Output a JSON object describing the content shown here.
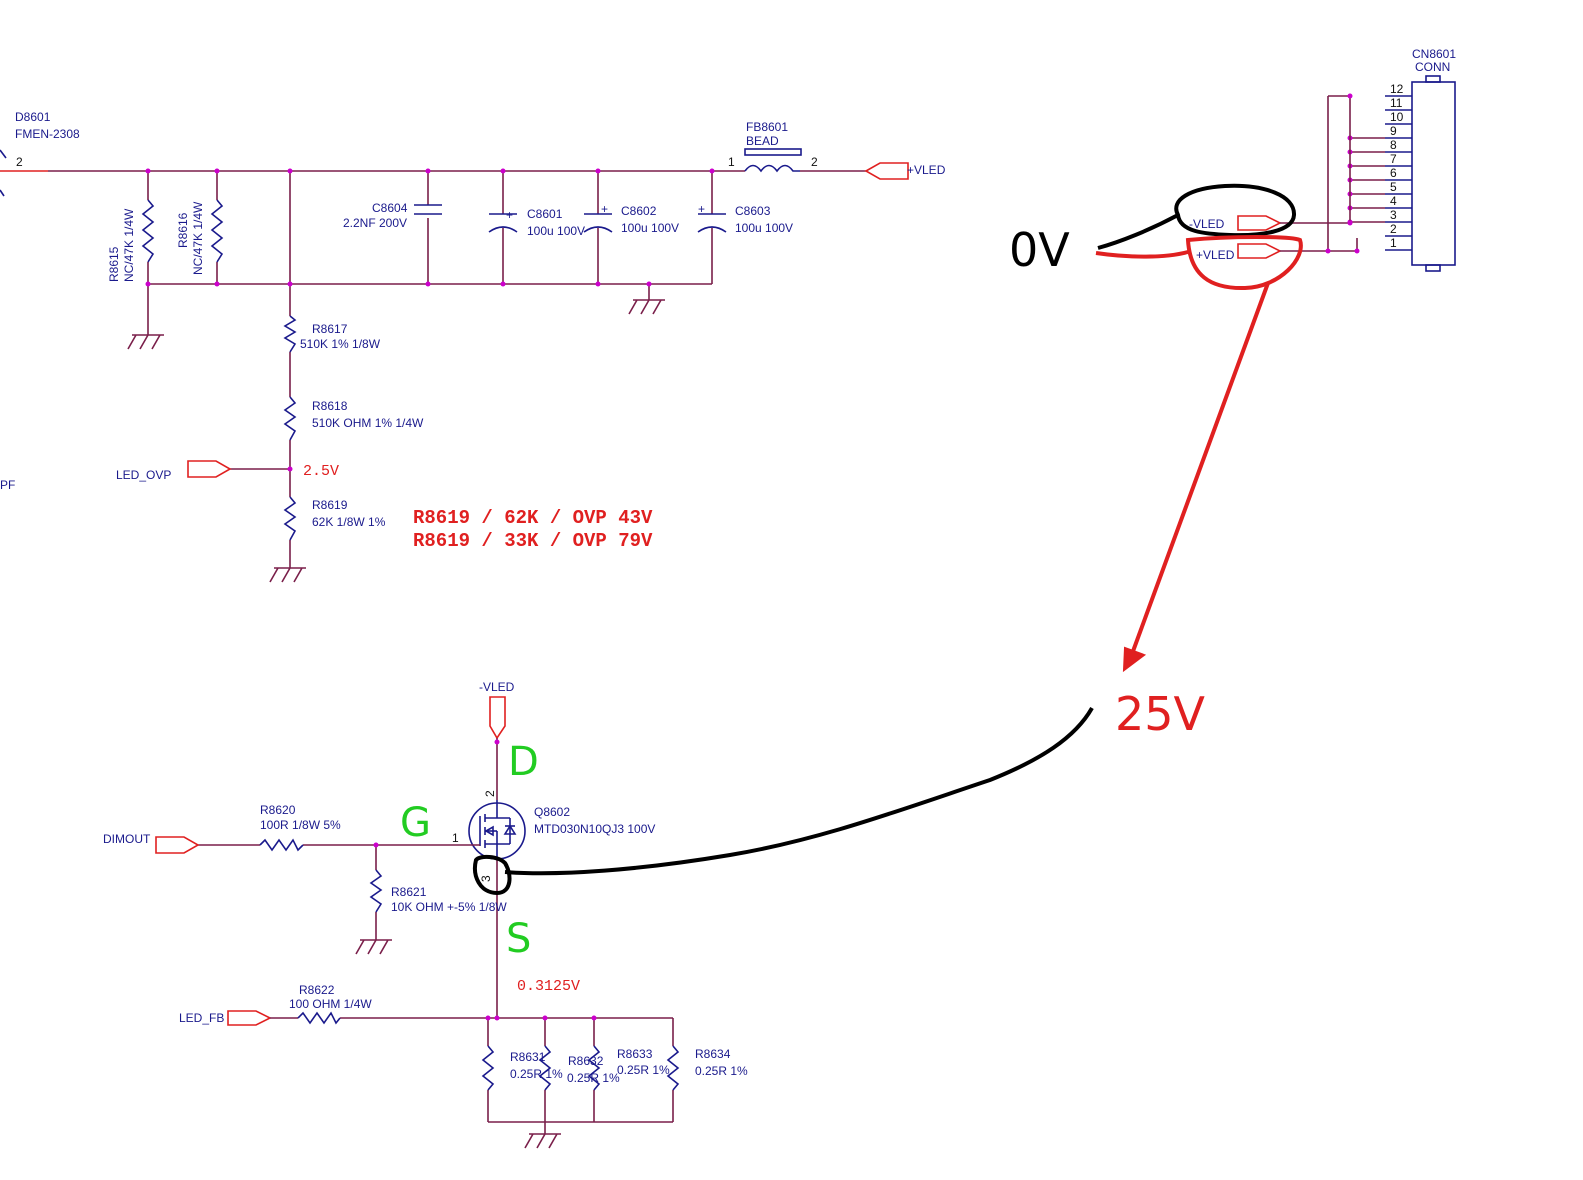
{
  "components": {
    "d8601": {
      "ref": "D8601",
      "value": "FMEN-2308",
      "pin": "2"
    },
    "fb8601": {
      "ref": "FB8601",
      "value": "BEAD",
      "pin1": "1",
      "pin2": "2"
    },
    "vled_pos_port": {
      "label": "+VLED"
    },
    "r8615": {
      "ref": "R8615",
      "value": "NC/47K 1/4W"
    },
    "r8616": {
      "ref": "R8616",
      "value": "NC/47K 1/4W"
    },
    "c8604": {
      "ref": "C8604",
      "value": "2.2NF 200V"
    },
    "c8601": {
      "ref": "C8601",
      "value": "100u 100V"
    },
    "c8602": {
      "ref": "C8602",
      "value": "100u 100V"
    },
    "c8603": {
      "ref": "C8603",
      "value": "100u 100V"
    },
    "r8617": {
      "ref": "R8617",
      "value": "510K 1% 1/8W"
    },
    "r8618": {
      "ref": "R8618",
      "value": "510K OHM 1% 1/4W"
    },
    "led_ovp": {
      "label": "LED_OVP"
    },
    "ovp_voltage": "2.5V",
    "r8619": {
      "ref": "R8619",
      "value": "62K 1/8W 1%"
    },
    "ovp_notes": [
      "R8619 / 62K / OVP 43V",
      "R8619 / 33K / OVP 79V"
    ],
    "edge_label": "PF",
    "cn8601": {
      "ref": "CN8601",
      "value": "CONN",
      "pins": [
        "12",
        "11",
        "10",
        "9",
        "8",
        "7",
        "6",
        "5",
        "4",
        "3",
        "2",
        "1"
      ]
    },
    "conn_neg_port": {
      "label": "-VLED"
    },
    "conn_pos_port": {
      "label": "+VLED"
    },
    "vled_neg_top": {
      "label": "-VLED"
    },
    "q8602": {
      "ref": "Q8602",
      "value": "MTD030N10QJ3 100V",
      "pin_d": "2",
      "pin_g": "1",
      "pin_s": "3"
    },
    "r8620": {
      "ref": "R8620",
      "value": "100R 1/8W 5%"
    },
    "dimout": {
      "label": "DIMOUT"
    },
    "r8621": {
      "ref": "R8621",
      "value": "10K OHM +-5% 1/8W"
    },
    "source_voltage": "0.3125V",
    "r8622": {
      "ref": "R8622",
      "value": "100 OHM 1/4W"
    },
    "led_fb": {
      "label": "LED_FB"
    },
    "r8631": {
      "ref": "R8631",
      "value": "0.25R 1%"
    },
    "r8632": {
      "ref": "R8632",
      "value": "0.25R 1%"
    },
    "r8633": {
      "ref": "R8633",
      "value": "0.25R 1%"
    },
    "r8634": {
      "ref": "R8634",
      "value": "0.25R 1%"
    }
  },
  "annotations": {
    "zero_volt": "0V",
    "twentyfive_volt": "25V",
    "drain_letter": "D",
    "gate_letter": "G",
    "source_letter": "S"
  },
  "colors": {
    "wire": "#7a1f4a",
    "symbol": "#1a1a8c",
    "port": "#e02020",
    "junction": "#cc00cc",
    "annotation_red": "#e02020",
    "annotation_black": "#000000",
    "annotation_green": "#22cc22"
  }
}
